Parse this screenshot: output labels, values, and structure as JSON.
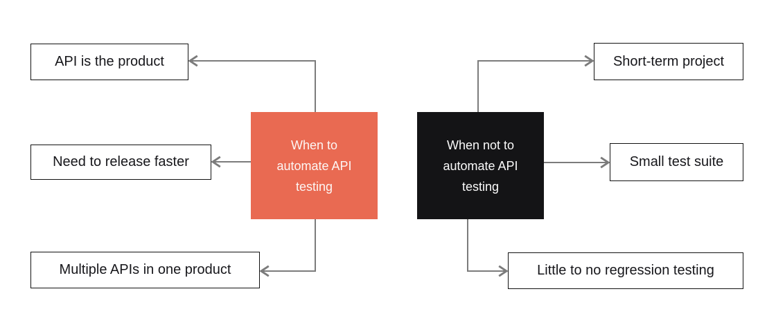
{
  "colors": {
    "accent_red": "#e96a52",
    "accent_black": "#141416",
    "connector": "#7b7b7b",
    "box_border": "#111111",
    "background": "#ffffff"
  },
  "left_group": {
    "center": {
      "lines": [
        "When to",
        "automate API",
        "testing"
      ]
    },
    "items": [
      {
        "label": "API is the product"
      },
      {
        "label": "Need to release faster"
      },
      {
        "label": "Multiple APIs in one product"
      }
    ]
  },
  "right_group": {
    "center": {
      "lines": [
        "When not to",
        "automate API",
        "testing"
      ]
    },
    "items": [
      {
        "label": "Short-term project"
      },
      {
        "label": "Small test suite"
      },
      {
        "label": "Little to no regression testing"
      }
    ]
  }
}
